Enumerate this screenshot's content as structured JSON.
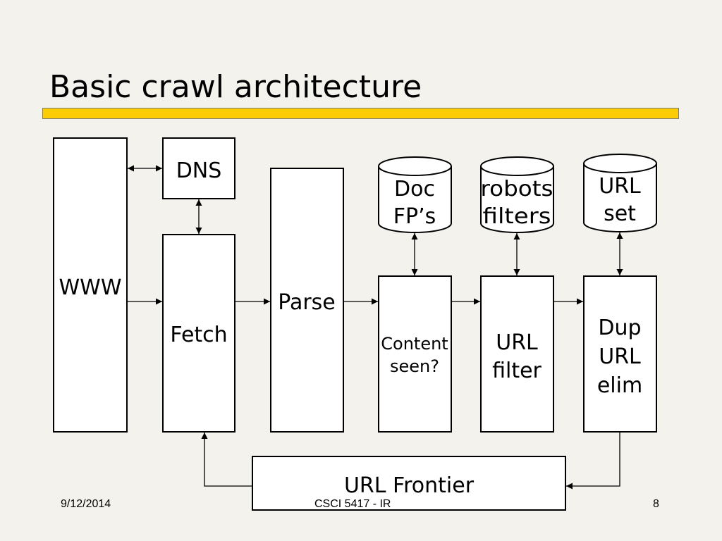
{
  "slide": {
    "title": "Basic crawl architecture"
  },
  "diagram": {
    "nodes": {
      "www": "WWW",
      "dns": "DNS",
      "fetch": "Fetch",
      "parse": "Parse",
      "content_seen": [
        "Content",
        "seen?"
      ],
      "url_filter": [
        "URL",
        "filter"
      ],
      "dup_url_elim": [
        "Dup",
        "URL",
        "elim"
      ],
      "doc_fps": [
        "Doc",
        "FP’s"
      ],
      "robots_filters": [
        "robots",
        "filters"
      ],
      "url_set": [
        "URL",
        "set"
      ],
      "url_frontier": "URL Frontier"
    }
  },
  "footer": {
    "date": "9/12/2014",
    "course": "CSCI 5417 - IR",
    "page": "8"
  }
}
